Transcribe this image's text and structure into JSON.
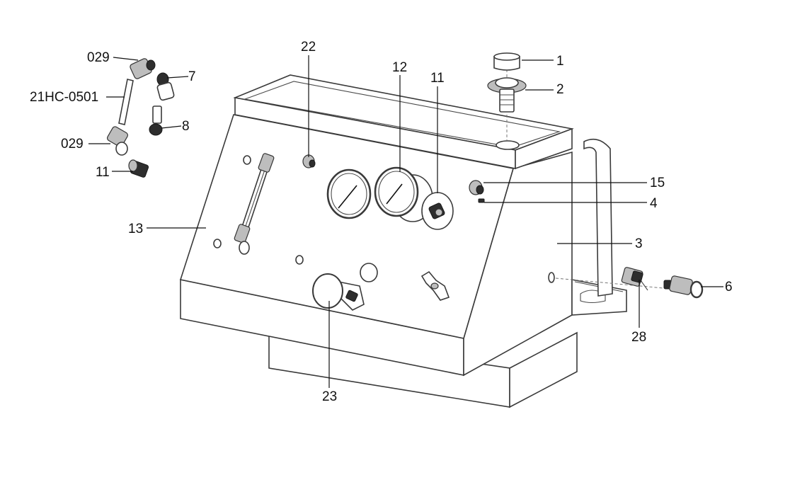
{
  "callouts": [
    {
      "id": "c029a",
      "text": "029"
    },
    {
      "id": "c7",
      "text": "7"
    },
    {
      "id": "c21hc",
      "text": "21HC-0501"
    },
    {
      "id": "c8",
      "text": "8"
    },
    {
      "id": "c029b",
      "text": "029"
    },
    {
      "id": "c11a",
      "text": "11"
    },
    {
      "id": "c22",
      "text": "22"
    },
    {
      "id": "c12",
      "text": "12"
    },
    {
      "id": "c11b",
      "text": "11"
    },
    {
      "id": "c1",
      "text": "1"
    },
    {
      "id": "c2",
      "text": "2"
    },
    {
      "id": "c15",
      "text": "15"
    },
    {
      "id": "c4",
      "text": "4"
    },
    {
      "id": "c13",
      "text": "13"
    },
    {
      "id": "c3",
      "text": "3"
    },
    {
      "id": "c6",
      "text": "6"
    },
    {
      "id": "c28",
      "text": "28"
    },
    {
      "id": "c23",
      "text": "23"
    }
  ],
  "colors": {
    "line": "#3a3a3a",
    "text": "#111111",
    "background": "#ffffff"
  }
}
